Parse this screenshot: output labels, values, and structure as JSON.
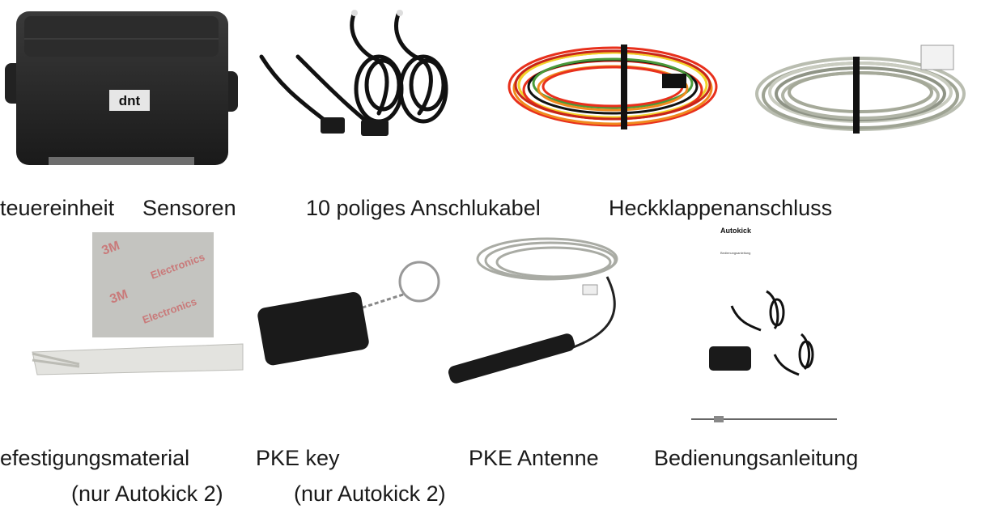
{
  "labels": {
    "steuereinheit": "teuereinheit",
    "sensoren": "Sensoren",
    "anschlusskabel": "10 poliges Anschlukabel",
    "heckklappe": "Heckklappenanschluss",
    "befestigung": "efestigungsmaterial",
    "befestigung_note": "(nur Autokick 2)",
    "pke_key": "PKE key",
    "pke_key_note": "(nur Autokick 2)",
    "pke_antenne": "PKE Antenne",
    "anleitung": "Bedienungsanleitung"
  },
  "box_logo": "dnt",
  "tape_brand": "3M",
  "tape_text": "Electronics",
  "manual": {
    "title": "Autokick",
    "subtitle": "Bedienungsanleitung"
  },
  "colors": {
    "box": "#1c1c1c",
    "cable_black": "#111111",
    "harness_red": "#e8301c",
    "harness_orange": "#f08a1e",
    "harness_yellow": "#f2d22a",
    "harness_green": "#4a9a3a",
    "cable_grey": "#b9bdb0",
    "tape_pink": "#d9a6a6"
  }
}
